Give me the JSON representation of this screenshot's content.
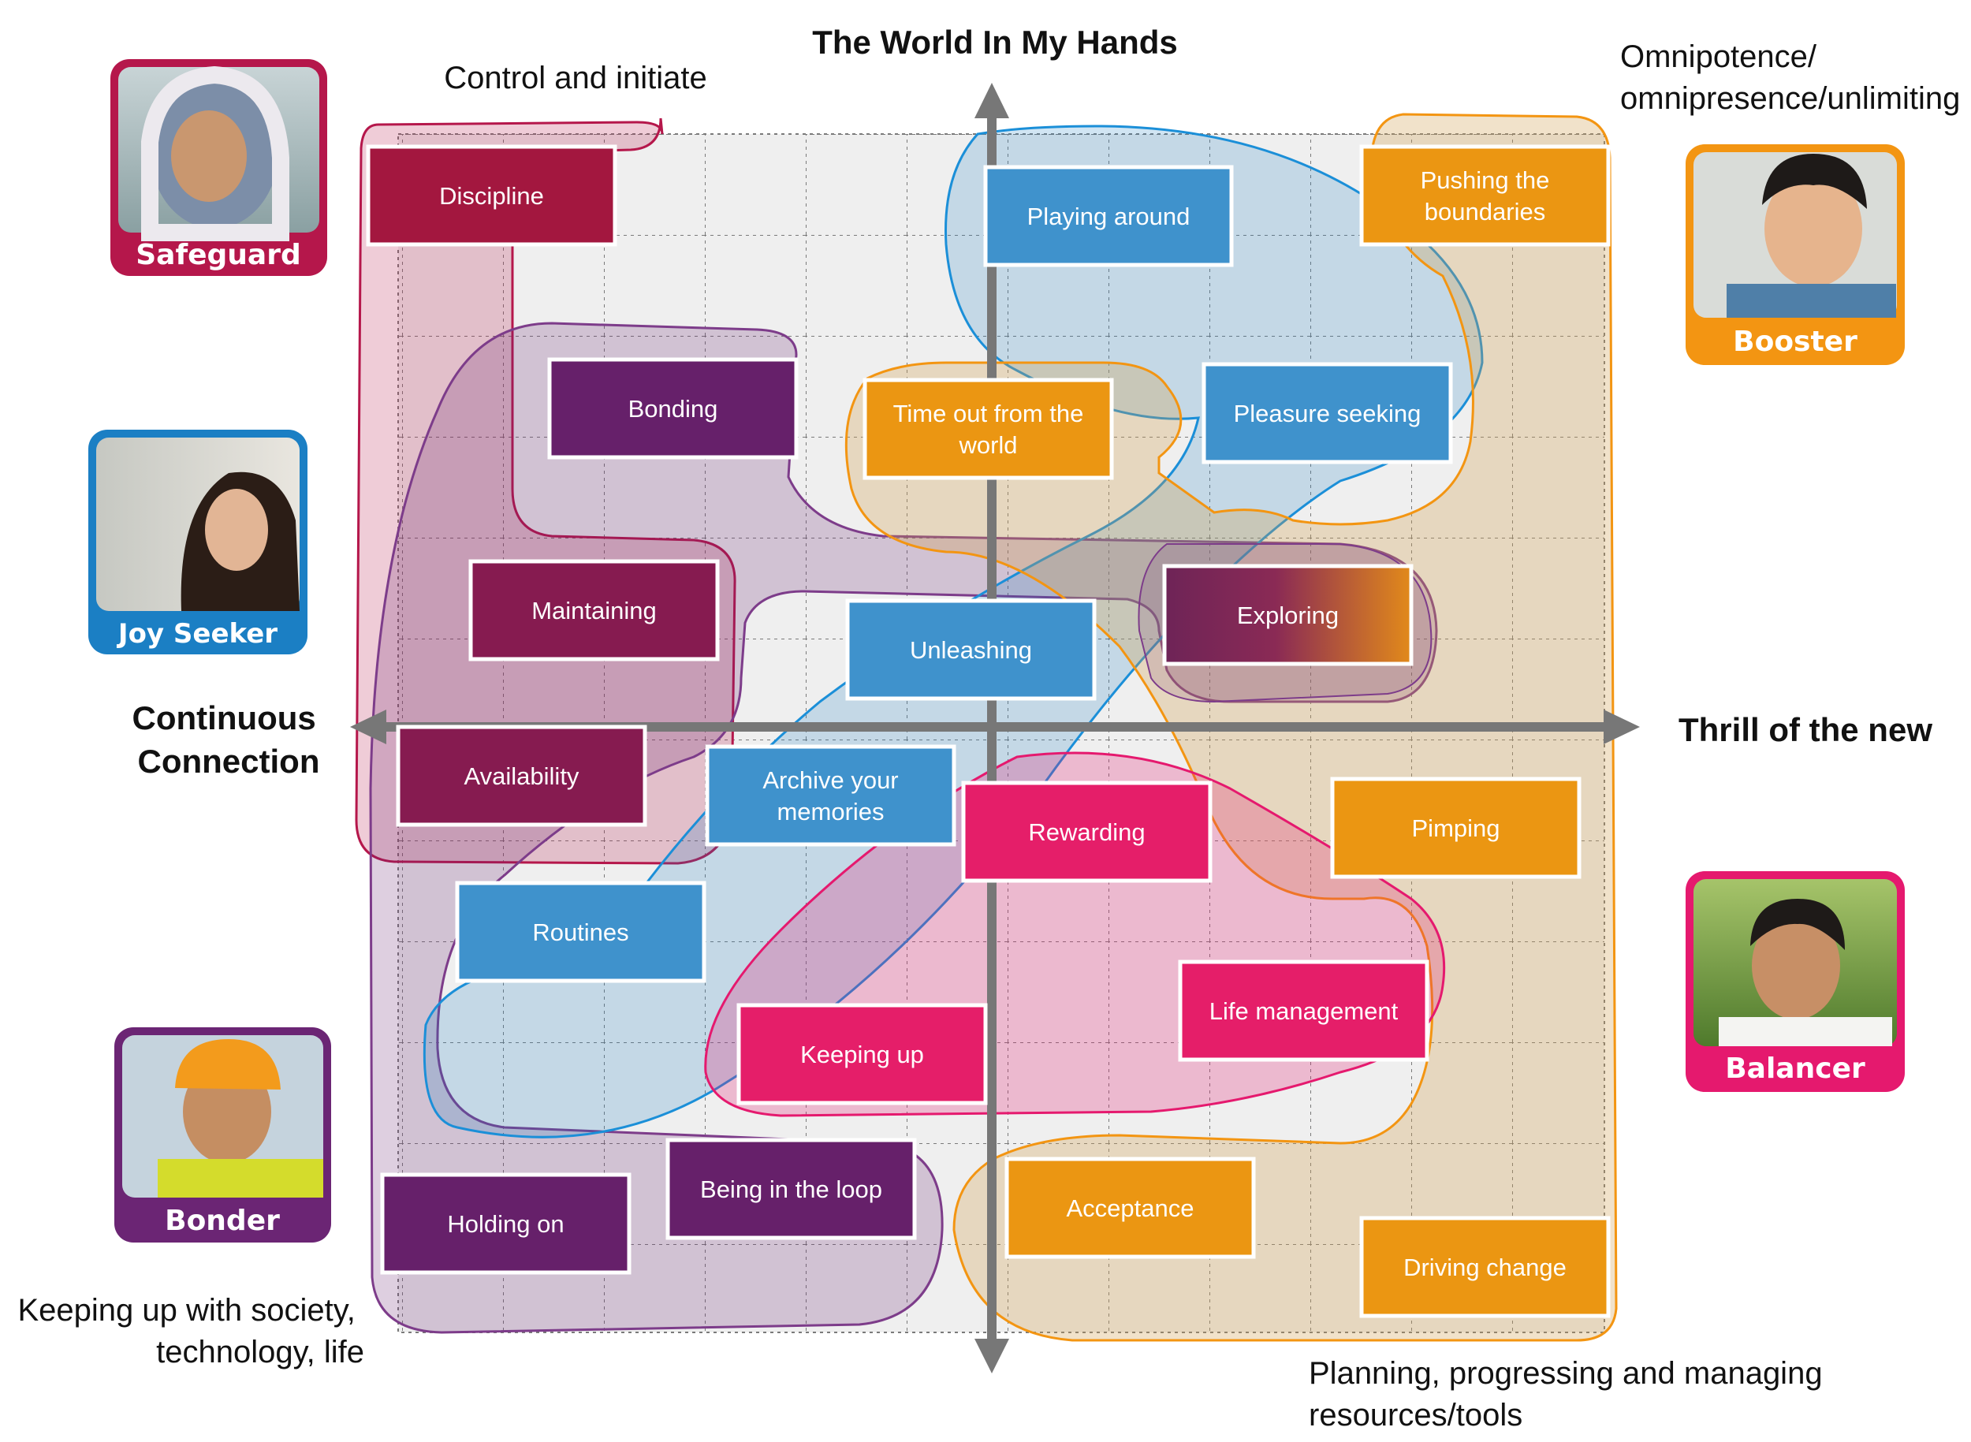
{
  "axes": {
    "top": "The World In My Hands",
    "left": [
      "Continuous",
      "Connection"
    ],
    "right": "Thrill of the new"
  },
  "corners": {
    "top_left": "Control and initiate",
    "top_right": [
      "Omnipotence/",
      "omnipresence/unlimiting"
    ],
    "bottom_left": [
      "Keeping up with society,",
      "technology, life"
    ],
    "bottom_right": [
      "Planning, progressing and managing",
      "resources/tools"
    ]
  },
  "personas": {
    "safeguard": {
      "label": "Safeguard",
      "color": "#b5174b"
    },
    "joy_seeker": {
      "label": "Joy Seeker",
      "color": "#1b7fc4"
    },
    "booster": {
      "label": "Booster",
      "color": "#f39512"
    },
    "balancer": {
      "label": "Balancer",
      "color": "#e5196e"
    },
    "bonder": {
      "label": "Bonder",
      "color": "#6b2574"
    }
  },
  "boxes": [
    {
      "id": "discipline",
      "lines": [
        "Discipline"
      ],
      "color": "#a3173f"
    },
    {
      "id": "playing-around",
      "lines": [
        "Playing around"
      ],
      "color": "#3f92cc"
    },
    {
      "id": "pushing-boundaries",
      "lines": [
        "Pushing the",
        "boundaries"
      ],
      "color": "#eb9612"
    },
    {
      "id": "bonding",
      "lines": [
        "Bonding"
      ],
      "color": "#66206a"
    },
    {
      "id": "time-out",
      "lines": [
        "Time out from the",
        "world"
      ],
      "color": "#eb9612"
    },
    {
      "id": "pleasure-seeking",
      "lines": [
        "Pleasure seeking"
      ],
      "color": "#3f92cc"
    },
    {
      "id": "maintaining",
      "lines": [
        "Maintaining"
      ],
      "color": "#861b50"
    },
    {
      "id": "unleashing",
      "lines": [
        "Unleashing"
      ],
      "color": "#3f92cc"
    },
    {
      "id": "exploring",
      "lines": [
        "Exploring"
      ],
      "color": "#8a2a55"
    },
    {
      "id": "availability",
      "lines": [
        "Availability"
      ],
      "color": "#861b50"
    },
    {
      "id": "archive-memories",
      "lines": [
        "Archive your",
        "memories"
      ],
      "color": "#3f92cc"
    },
    {
      "id": "rewarding",
      "lines": [
        "Rewarding"
      ],
      "color": "#e51e69"
    },
    {
      "id": "pimping",
      "lines": [
        "Pimping"
      ],
      "color": "#eb9612"
    },
    {
      "id": "routines",
      "lines": [
        "Routines"
      ],
      "color": "#3f92cc"
    },
    {
      "id": "life-management",
      "lines": [
        "Life management"
      ],
      "color": "#e51e69"
    },
    {
      "id": "keeping-up",
      "lines": [
        "Keeping up"
      ],
      "color": "#e51e69"
    },
    {
      "id": "being-in-loop",
      "lines": [
        "Being in the loop"
      ],
      "color": "#66206a"
    },
    {
      "id": "holding-on",
      "lines": [
        "Holding on"
      ],
      "color": "#66206a"
    },
    {
      "id": "acceptance",
      "lines": [
        "Acceptance"
      ],
      "color": "#eb9612"
    },
    {
      "id": "driving-change",
      "lines": [
        "Driving change"
      ],
      "color": "#eb9612"
    }
  ]
}
